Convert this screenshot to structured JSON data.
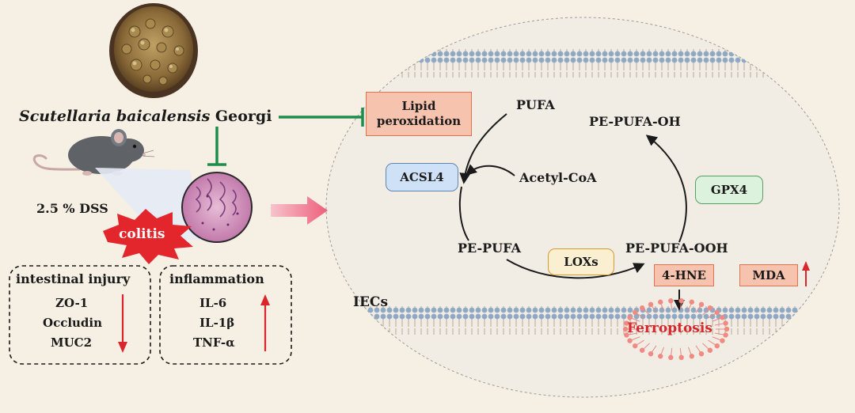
{
  "herb": {
    "name_italic": "Scutellaria baicalensis",
    "name_rest": " Georgi"
  },
  "model": {
    "dss_label": "2.5 % DSS",
    "colitis_label": "colitis"
  },
  "panel_injury": {
    "title": "intestinal injury",
    "items": [
      "ZO-1",
      "Occludin",
      "MUC2"
    ],
    "trend": "↓"
  },
  "panel_inflammation": {
    "title": "inflammation",
    "items": [
      "IL-6",
      "IL-1β",
      "TNF-α"
    ],
    "trend": "↑"
  },
  "cell": {
    "label": "IECs"
  },
  "pathway": {
    "lipid_peroxidation": [
      "Lipid",
      "peroxidation"
    ],
    "pufa": "PUFA",
    "pe_pufa_oh": "PE-PUFA-OH",
    "acsl4": "ACSL4",
    "acetyl_coa": "Acetyl-CoA",
    "gpx4": "GPX4",
    "pe_pufa": "PE-PUFA",
    "loxs": "LOXs",
    "pe_pufa_ooh": "PE-PUFA-OOH",
    "hne": "4-HNE",
    "mda": "MDA",
    "up_arrow": "↑",
    "ferroptosis": "Ferroptosis"
  },
  "colors": {
    "inhibit_green": "#1e8c4a",
    "red": "#d8262b",
    "acsl4_fill": "#cfe1f6",
    "gpx4_fill": "#dcf2dc",
    "loxs_fill": "#fbefd2",
    "marker_fill": "#f6c3ae",
    "membrane_blue": "#8fa9c4",
    "membrane_tail": "#b9a79a"
  },
  "icons": [
    "herb-bowl-icon",
    "mouse-icon",
    "tissue-section-icon",
    "colitis-burst-icon",
    "transition-arrow-icon",
    "lipid-bilayer-icon",
    "ferroptosis-vesicle-icon"
  ]
}
